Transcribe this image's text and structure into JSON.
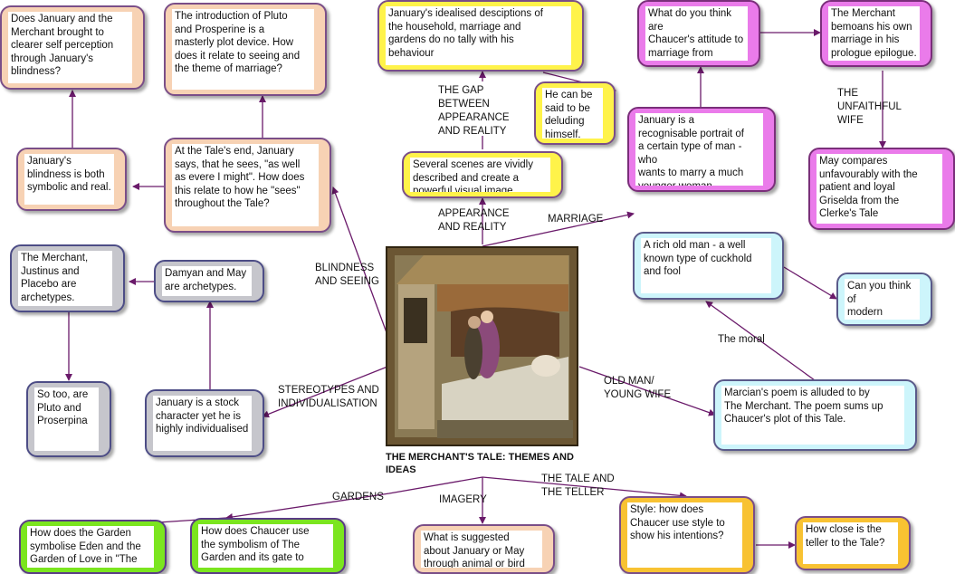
{
  "diagram": {
    "title": "THE MERCHANT'S TALE: THEMES AND\nIDEAS",
    "image_description": "illuminated manuscript miniature",
    "branch_labels": {
      "blindness": "BLINDNESS\nAND SEEING",
      "stereotypes": "STEREOTYPES AND\nINDIVIDUALISATION",
      "appearance": "APPEARANCE\nAND REALITY",
      "gap": "THE GAP\nBETWEEN\nAPPEARANCE\nAND REALITY",
      "marriage": "MARRIAGE",
      "old_man": "OLD MAN/\nYOUNG WIFE",
      "gardens": "GARDENS",
      "imagery": "IMAGERY",
      "tale_teller": "THE TALE AND\nTHE TELLER",
      "unfaithful": "THE\nUNFAITHFUL\nWIFE",
      "moral": "The moral"
    },
    "nodes": {
      "n_clearer": "Does January and the\nMerchant  brought to\nclearer self perception\nthrough January's\nblindness?",
      "n_pluto": "The introduction of Pluto\nand Prosperine is a\nmasterly plot device. How\ndoes it relate to seeing and\nthe theme of marriage?",
      "n_symbolic": "January's\nblindness is both\nsymbolic and real.",
      "n_sees": "At the Tale's end, January\nsays, that he sees, \"as well\nas evere I might\".  How does\nthis relate to how he \"sees\"\nthroughout the Tale?",
      "n_archetypes3": "The Merchant,\nJustinus and\nPlacebo are\narchetypes.",
      "n_damyan": "Damyan and May\nare archetypes.",
      "n_pluto2": "So too, are\nPluto and\nProserpina",
      "n_stock": "January is a stock\ncharacter yet he is\nhighly individualised",
      "n_idealised": "January's idealised desciptions of\nthe household, marriage and\ngardens do no tally with his\nbehaviour",
      "n_deluding": "He can be\nsaid to be\ndeluding\nhimself.",
      "n_scenes": "Several scenes are vividly\ndescribed and create a\npowerful visual image",
      "n_attitude": "What do you think are\nChaucer's attitude to\nmarriage from\nreading the Tale?",
      "n_bemoans": "The Merchant\nbemoans his own\nmarriage in his\nprologue epilogue.",
      "n_portrait": "January is a\nrecognisable portrait of\na certain type of man - who\nwants to marry a much\nyounger woman",
      "n_griselda": "May compares\nunfavourably with the\npatient and loyal\nGriselda from the\nClerke's Tale",
      "n_cuckhold": "A rich old man - a well\nknown type of cuckhold\nand fool",
      "n_modern": "Can you think of\nmodern\nexamples?",
      "n_marcian": "Marcian's poem is alluded to by\nThe Merchant. The poem sums up\nChaucer's plot of this Tale.",
      "n_garden_eden": "How does the Garden\nsymbolise Eden and the\nGarden of Love in \"The",
      "n_garden_gate": "How does Chaucer use\nthe symbolism of The\nGarden and its gate to",
      "n_animal": "What is suggested\nabout January or May\nthrough animal or bird",
      "n_style": "Style: how does\nChaucer use style to\nshow his intentions?",
      "n_teller": "How close is the\nteller to the Tale?"
    },
    "colors": {
      "line": "#6a1a6a",
      "peach": "#f7d2b4",
      "yellow": "#fff34a",
      "pink": "#ea7bea",
      "cyan": "#cdf5fb",
      "grey": "#c6c6cc",
      "green": "#7be51f",
      "orange": "#f8c232"
    }
  }
}
